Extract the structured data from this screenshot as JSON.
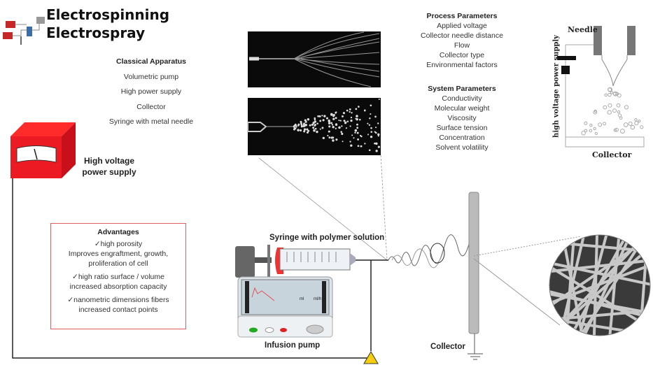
{
  "header": {
    "title_line1": "Electrospinning",
    "title_line2": "Electrospray",
    "logo_icon": "electrospinning-setup-icon"
  },
  "classical_apparatus": {
    "heading": "Classical Apparatus",
    "items": [
      "Volumetric pump",
      "High power supply",
      "Collector",
      "Syringe with metal needle"
    ]
  },
  "process_parameters": {
    "heading": "Process Parameters",
    "items": [
      "Applied voltage",
      "Collector needle distance",
      "Flow",
      "Collector type",
      "Environmental factors"
    ]
  },
  "system_parameters": {
    "heading": "System Parameters",
    "items": [
      "Conductivity",
      "Molecular weight",
      "Viscosity",
      "Surface tension",
      "Concentration",
      "Solvent volatility"
    ]
  },
  "electrospray_diagram": {
    "needle_label": "Needle",
    "supply_label": "high voltage power supply",
    "collector_label": "Collector"
  },
  "power_supply": {
    "label_line1": "High voltage",
    "label_line2": "power supply",
    "color": "#e8141a"
  },
  "advantages": {
    "heading": "Advantages",
    "border_color": "#e06060",
    "groups": [
      {
        "check": "✓",
        "title": "high porosity",
        "lines": [
          "Improves engraftment, growth,",
          "proliferation of cell"
        ]
      },
      {
        "check": "✓",
        "title": "high ratio surface / volume",
        "lines": [
          "increased absorption capacity"
        ]
      },
      {
        "check": "✓",
        "title": "nanometric dimensions fibers",
        "lines": [
          "increased contact points"
        ]
      }
    ]
  },
  "pump": {
    "syringe_label": "Syringe with polymer solution",
    "pump_label": "Infusion pump",
    "screen_labels": [
      "ml",
      "ml/h"
    ]
  },
  "collector": {
    "label": "Collector"
  },
  "icons": {
    "high_voltage_warning": "⚡"
  }
}
